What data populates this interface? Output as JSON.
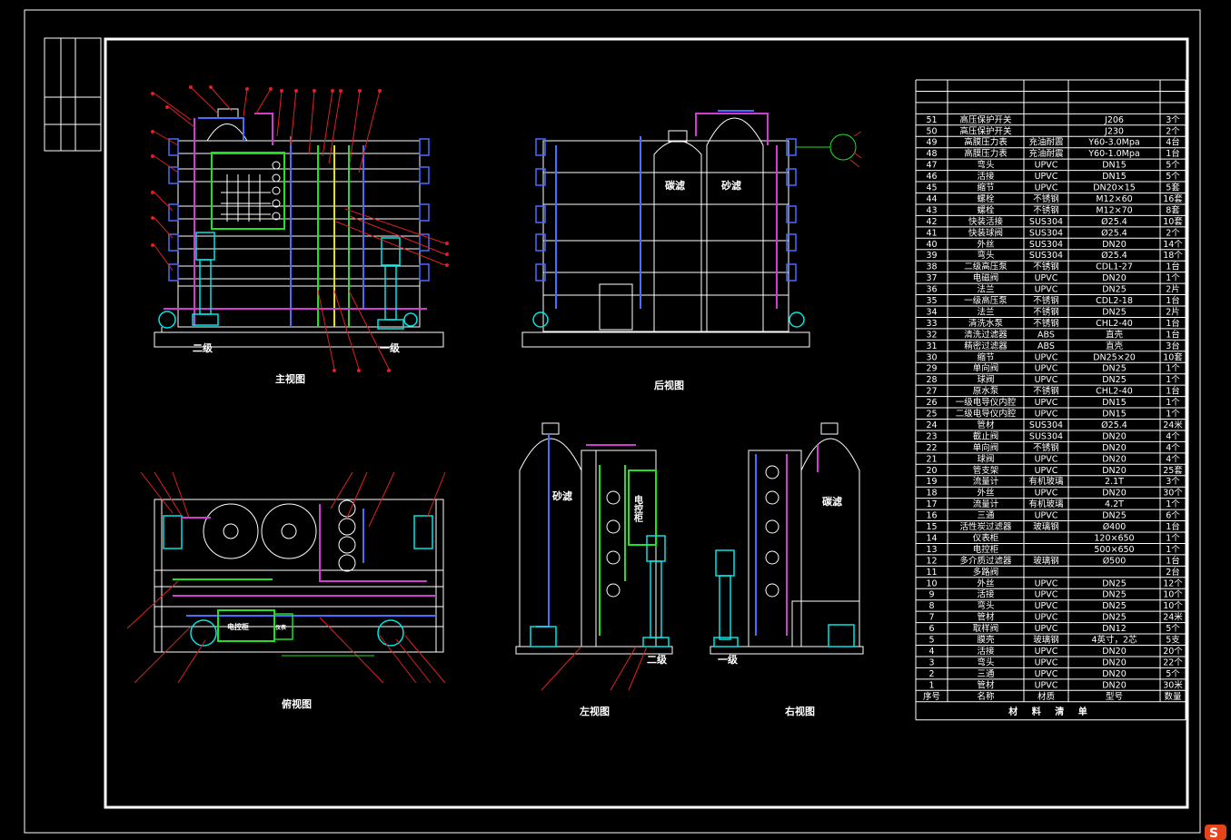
{
  "views": {
    "front": "主视图",
    "rear": "后视图",
    "top": "俯视图",
    "left": "左视图",
    "right": "右视图"
  },
  "stage_labels": {
    "front_left": "二级",
    "front_right": "一级",
    "left_view": "二级",
    "right_view": "一级"
  },
  "tank_labels": {
    "rear_carbon": "碳滤",
    "rear_sand": "砂滤",
    "left_sand": "砂滤",
    "left_cabinet": "电控柜",
    "right_carbon": "碳滤",
    "top_cabinet": "电控柜",
    "top_box": "仪表"
  },
  "bom": {
    "title": "材 料 清 单",
    "header": [
      "序号",
      "名称",
      "材质",
      "型号",
      "数量"
    ],
    "rows": [
      [
        "51",
        "高压保护开关",
        "",
        "J206",
        "3个"
      ],
      [
        "50",
        "高压保护开关",
        "",
        "J230",
        "2个"
      ],
      [
        "49",
        "高膜压力表",
        "充油耐震",
        "Y60-3.0Mpa",
        "4台"
      ],
      [
        "48",
        "高膜压力表",
        "充油耐震",
        "Y60-1.0Mpa",
        "1台"
      ],
      [
        "47",
        "弯头",
        "UPVC",
        "DN15",
        "5个"
      ],
      [
        "46",
        "活接",
        "UPVC",
        "DN15",
        "5个"
      ],
      [
        "45",
        "缩节",
        "UPVC",
        "DN20×15",
        "5套"
      ],
      [
        "44",
        "螺栓",
        "不锈钢",
        "M12×60",
        "16套"
      ],
      [
        "43",
        "螺栓",
        "不锈钢",
        "M12×70",
        "8套"
      ],
      [
        "42",
        "快装活接",
        "SUS304",
        "Ø25.4",
        "10套"
      ],
      [
        "41",
        "快装球阀",
        "SUS304",
        "Ø25.4",
        "2个"
      ],
      [
        "40",
        "外丝",
        "SUS304",
        "DN20",
        "14个"
      ],
      [
        "39",
        "弯头",
        "SUS304",
        "Ø25.4",
        "18个"
      ],
      [
        "38",
        "二级高压泵",
        "不锈钢",
        "CDL1-27",
        "1台"
      ],
      [
        "37",
        "电磁阀",
        "UPVC",
        "DN20",
        "1个"
      ],
      [
        "36",
        "法兰",
        "UPVC",
        "DN25",
        "2片"
      ],
      [
        "35",
        "一级高压泵",
        "不锈钢",
        "CDL2-18",
        "1台"
      ],
      [
        "34",
        "法兰",
        "不锈钢",
        "DN25",
        "2片"
      ],
      [
        "33",
        "清洗水泵",
        "不锈钢",
        "CHL2-40",
        "1台"
      ],
      [
        "32",
        "清洗过滤器",
        "ABS",
        "直壳",
        "1台"
      ],
      [
        "31",
        "精密过滤器",
        "ABS",
        "直壳",
        "3台"
      ],
      [
        "30",
        "缩节",
        "UPVC",
        "DN25×20",
        "10套"
      ],
      [
        "29",
        "单向阀",
        "UPVC",
        "DN25",
        "1个"
      ],
      [
        "28",
        "球阀",
        "UPVC",
        "DN25",
        "1个"
      ],
      [
        "27",
        "原水泵",
        "不锈钢",
        "CHL2-40",
        "1台"
      ],
      [
        "26",
        "一级电导仪内腔",
        "UPVC",
        "DN15",
        "1个"
      ],
      [
        "25",
        "二级电导仪内腔",
        "UPVC",
        "DN15",
        "1个"
      ],
      [
        "24",
        "管材",
        "SUS304",
        "Ø25.4",
        "24米"
      ],
      [
        "23",
        "截止阀",
        "SUS304",
        "DN20",
        "4个"
      ],
      [
        "22",
        "单向阀",
        "不锈钢",
        "DN20",
        "4个"
      ],
      [
        "21",
        "球阀",
        "UPVC",
        "DN20",
        "4个"
      ],
      [
        "20",
        "管支架",
        "UPVC",
        "DN20",
        "25套"
      ],
      [
        "19",
        "流量计",
        "有机玻璃",
        "2.1T",
        "3个"
      ],
      [
        "18",
        "外丝",
        "UPVC",
        "DN20",
        "30个"
      ],
      [
        "17",
        "流量计",
        "有机玻璃",
        "4.2T",
        "1个"
      ],
      [
        "16",
        "三通",
        "UPVC",
        "DN25",
        "6个"
      ],
      [
        "15",
        "活性炭过滤器",
        "玻璃钢",
        "Ø400",
        "1台"
      ],
      [
        "14",
        "仪表柜",
        "",
        "120×650",
        "1个"
      ],
      [
        "13",
        "电控柜",
        "",
        "500×650",
        "1个"
      ],
      [
        "12",
        "多介质过滤器",
        "玻璃钢",
        "Ø500",
        "1台"
      ],
      [
        "11",
        "多路阀",
        "",
        "",
        "2台"
      ],
      [
        "10",
        "外丝",
        "UPVC",
        "DN25",
        "12个"
      ],
      [
        "9",
        "活接",
        "UPVC",
        "DN25",
        "10个"
      ],
      [
        "8",
        "弯头",
        "UPVC",
        "DN25",
        "10个"
      ],
      [
        "7",
        "管材",
        "UPVC",
        "DN25",
        "24米"
      ],
      [
        "6",
        "取样阀",
        "UPVC",
        "DN12",
        "5个"
      ],
      [
        "5",
        "膜壳",
        "玻璃钢",
        "4英寸，2芯",
        "5支"
      ],
      [
        "4",
        "活接",
        "UPVC",
        "DN20",
        "20个"
      ],
      [
        "3",
        "弯头",
        "UPVC",
        "DN20",
        "22个"
      ],
      [
        "2",
        "三通",
        "UPVC",
        "DN20",
        "5个"
      ],
      [
        "1",
        "管材",
        "UPVC",
        "DN20",
        "30米"
      ]
    ]
  },
  "colors": {
    "background": "#000000",
    "line": "#ffffff",
    "pipe_blue": "#4a6cff",
    "pipe_magenta": "#d23cd2",
    "pump_cyan": "#00e5e5",
    "cabinet_green": "#22e022",
    "leader_red": "#e02020",
    "pipe_yellow": "#e0e020",
    "logo": "#e8441c"
  },
  "logo": {
    "icon": "brand-s-icon"
  }
}
